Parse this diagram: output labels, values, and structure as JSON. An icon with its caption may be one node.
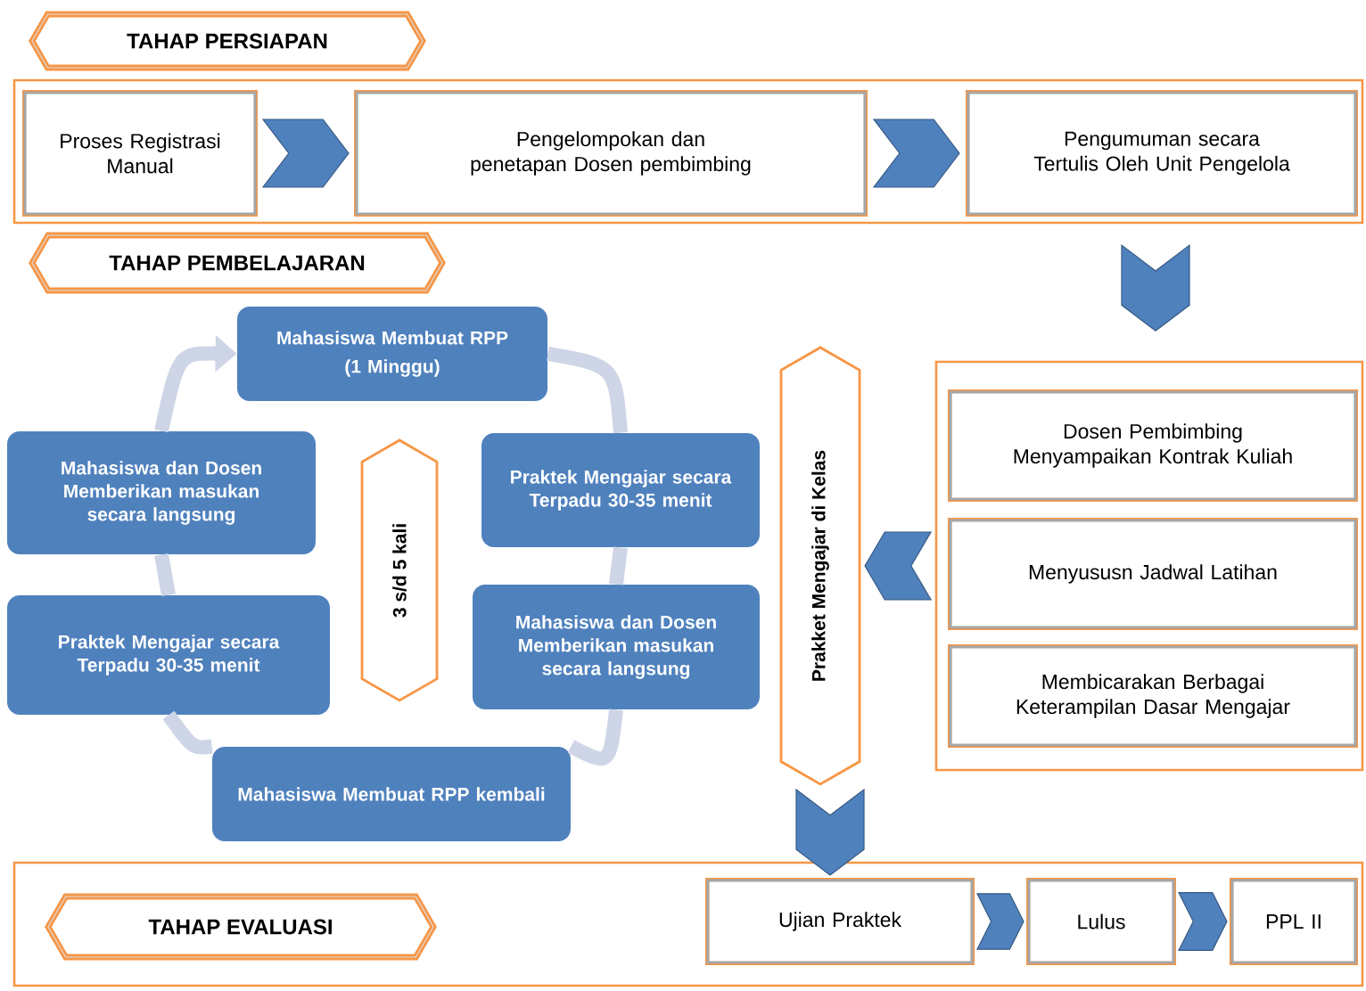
{
  "diagram": {
    "nodes": [
      {
        "text": [
          "TAHAP  PERSIAPAN"
        ]
      },
      {
        "text": [],
        "shape": "box"
      },
      {
        "text": [
          "Proses Registrasi Manual"
        ],
        "in": 1
      },
      {
        "text": [
          "Pengelompokan dan penetapan Dosen pembimbing"
        ],
        "in": 1
      },
      {
        "text": [
          "Pengumuman  secara Tertulis Oleh Unit Pengelola"
        ],
        "in": 1
      },
      {
        "text": [
          "TAHAP  PEMBELAJARAN"
        ]
      },
      {
        "text": [],
        "shape": "box"
      },
      {
        "text": [
          "Dosen Pembimbing Menyampaikan Kontrak Kuliah"
        ],
        "in": 6
      },
      {
        "text": [
          "Menyususn  Jadwal Latihan"
        ],
        "in": 6
      },
      {
        "text": [
          "Membicarakan Berbagai Keterampilan Dasar Mengajar"
        ],
        "in": 6
      },
      {
        "text": [
          "Prakket Mengajar di Kelas"
        ]
      },
      {
        "text": [
          "3 s/d 5 kali"
        ]
      },
      {
        "text": [
          "Mahasiswa Membuat RPP",
          "(1 Minggu)"
        ]
      },
      {
        "text": [
          "Praktek Mengajar secara Terpadu 30-35 menit"
        ]
      },
      {
        "text": [
          "Mahasiswa dan Dosen Memberikan masukan secara langsung"
        ]
      },
      {
        "text": [
          "Mahasiswa Membuat RPP kembali"
        ]
      },
      {
        "text": [
          "Praktek Mengajar secara Terpadu 30-35 menit"
        ]
      },
      {
        "text": [
          "Mahasiswa dan Dosen Memberikan masukan secara langsung"
        ]
      },
      {
        "text": [],
        "shape": "box"
      },
      {
        "text": [
          "TAHAP EVALUASI"
        ],
        "in": 18
      },
      {
        "text": [
          "Ujian Praktek"
        ],
        "in": 18
      },
      {
        "text": [
          "Lulus"
        ],
        "in": 18
      },
      {
        "text": [
          "PPL II"
        ],
        "in": 18
      }
    ],
    "edges": [
      {
        "from": 2,
        "to": 3,
        "arrow": "to"
      },
      {
        "from": 3,
        "to": 4,
        "arrow": "to"
      },
      {
        "from": 4,
        "to": 6,
        "arrow": "to"
      },
      {
        "from": 6,
        "to": 10,
        "arrow": "to"
      },
      {
        "from": 10,
        "to": 20,
        "arrow": "to"
      },
      {
        "from": 20,
        "to": 21,
        "arrow": "to"
      },
      {
        "from": 21,
        "to": 22,
        "arrow": "to"
      },
      {
        "from": 12,
        "to": 13,
        "arrow": "none",
        "color": "#cdd5e6"
      },
      {
        "from": 13,
        "to": 14,
        "arrow": "none",
        "color": "#cdd5e6"
      },
      {
        "from": 14,
        "to": 15,
        "arrow": "none",
        "color": "#cdd5e6"
      },
      {
        "from": 15,
        "to": 16,
        "arrow": "none",
        "color": "#cdd5e6"
      },
      {
        "from": 16,
        "to": 17,
        "arrow": "none",
        "color": "#cdd5e6"
      },
      {
        "from": 17,
        "to": 12,
        "arrow": "to",
        "color": "#cdd5e6"
      }
    ]
  }
}
